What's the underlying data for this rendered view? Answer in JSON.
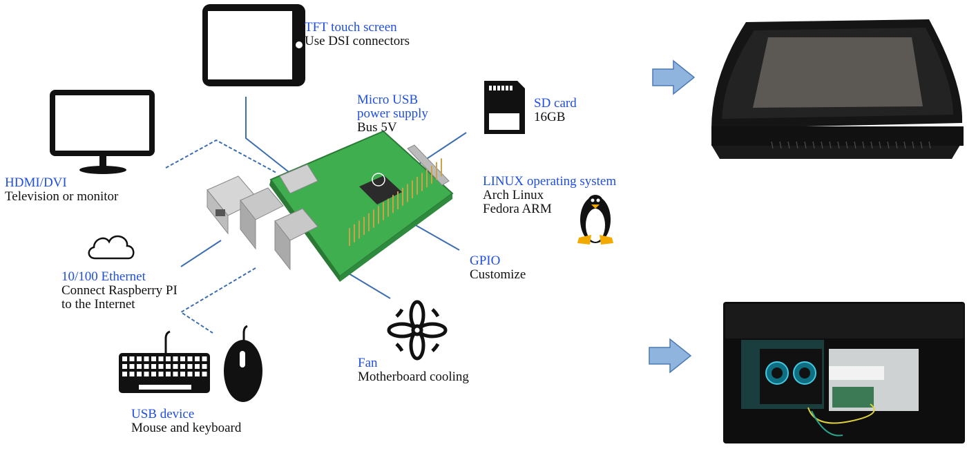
{
  "colors": {
    "title_blue": "#1f4fe0",
    "line_blue": "#3b6db0",
    "arrow_fill": "#8fb4de",
    "arrow_stroke": "#4a78b5",
    "board_green": "#3fae4f"
  },
  "labels": {
    "tft": {
      "title": "TFT touch screen",
      "sub": "Use DSI connectors"
    },
    "usb_power": {
      "title1": "Micro USB",
      "title2": "power supply",
      "sub": "Bus 5V"
    },
    "sd": {
      "title": "SD card",
      "sub": "16GB"
    },
    "hdmi": {
      "title": "HDMI/DVI",
      "sub": "Television or monitor"
    },
    "linux": {
      "title": "LINUX operating system",
      "sub1": "Arch Linux",
      "sub2": "Fedora ARM"
    },
    "ethernet": {
      "title": "10/100 Ethernet",
      "sub1": "Connect Raspberry PI",
      "sub2": "to the Internet"
    },
    "gpio": {
      "title": "GPIO",
      "sub": "Customize"
    },
    "fan": {
      "title": "Fan",
      "sub": "Motherboard cooling"
    },
    "usb_device": {
      "title": "USB device",
      "sub": "Mouse and keyboard"
    }
  },
  "icons": {
    "tablet": "tablet-icon",
    "monitor": "monitor-icon",
    "sd": "sd-card-icon",
    "cloud": "cloud-icon",
    "keyboard": "keyboard-icon",
    "mouse": "mouse-icon",
    "fan": "fan-icon",
    "penguin": "linux-penguin-icon",
    "board": "raspberry-pi-board",
    "arrow": "right-arrow-icon"
  }
}
